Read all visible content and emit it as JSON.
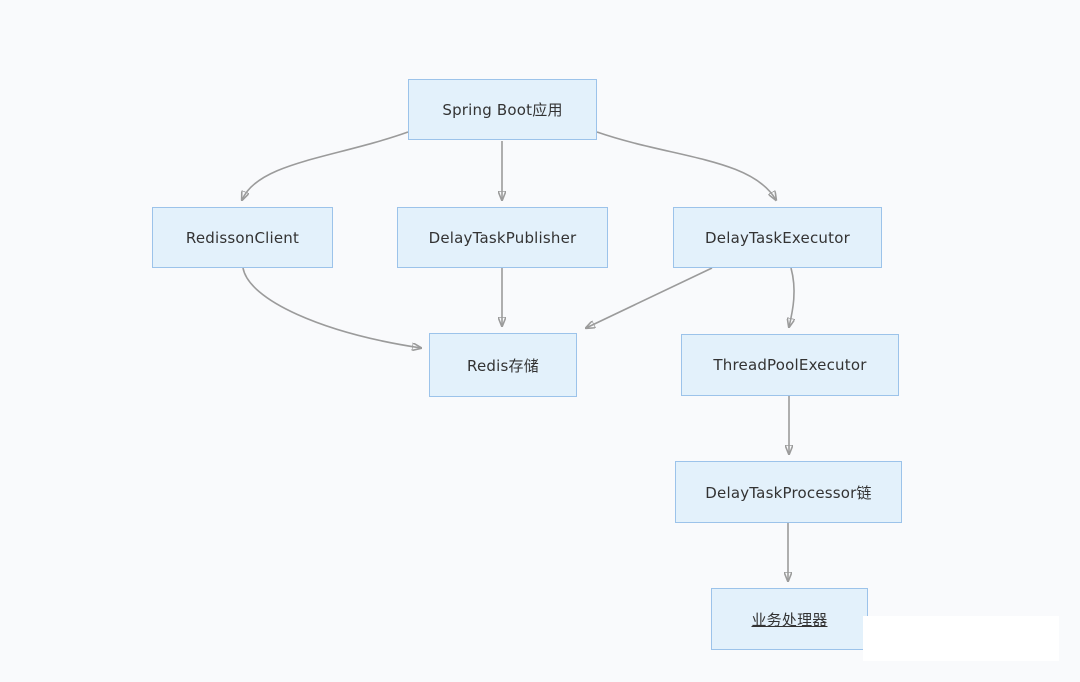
{
  "diagram": {
    "background_color": "#f9fafc",
    "node_fill_color": "#e3f1fb",
    "node_border_color": "#9cc3ea",
    "node_text_color": "#333333",
    "arrow_line_color": "#9b9b9b",
    "arrowhead_color": "#8a8a8a",
    "nodes": [
      {
        "id": "spring-boot-app",
        "label": "Spring Boot应用"
      },
      {
        "id": "redisson-client",
        "label": "RedissonClient"
      },
      {
        "id": "delay-task-publisher",
        "label": "DelayTaskPublisher"
      },
      {
        "id": "delay-task-executor",
        "label": "DelayTaskExecutor"
      },
      {
        "id": "redis-storage",
        "label": "Redis存储"
      },
      {
        "id": "thread-pool-executor",
        "label": "ThreadPoolExecutor"
      },
      {
        "id": "delay-task-processor-chain",
        "label": "DelayTaskProcessor链"
      },
      {
        "id": "business-processor",
        "label": "业务处理器",
        "underline": true
      }
    ],
    "edges": [
      {
        "from": "spring-boot-app",
        "to": "redisson-client"
      },
      {
        "from": "spring-boot-app",
        "to": "delay-task-publisher"
      },
      {
        "from": "spring-boot-app",
        "to": "delay-task-executor"
      },
      {
        "from": "redisson-client",
        "to": "redis-storage"
      },
      {
        "from": "delay-task-publisher",
        "to": "redis-storage"
      },
      {
        "from": "delay-task-executor",
        "to": "redis-storage"
      },
      {
        "from": "delay-task-executor",
        "to": "thread-pool-executor"
      },
      {
        "from": "thread-pool-executor",
        "to": "delay-task-processor-chain"
      },
      {
        "from": "delay-task-processor-chain",
        "to": "business-processor"
      }
    ]
  }
}
